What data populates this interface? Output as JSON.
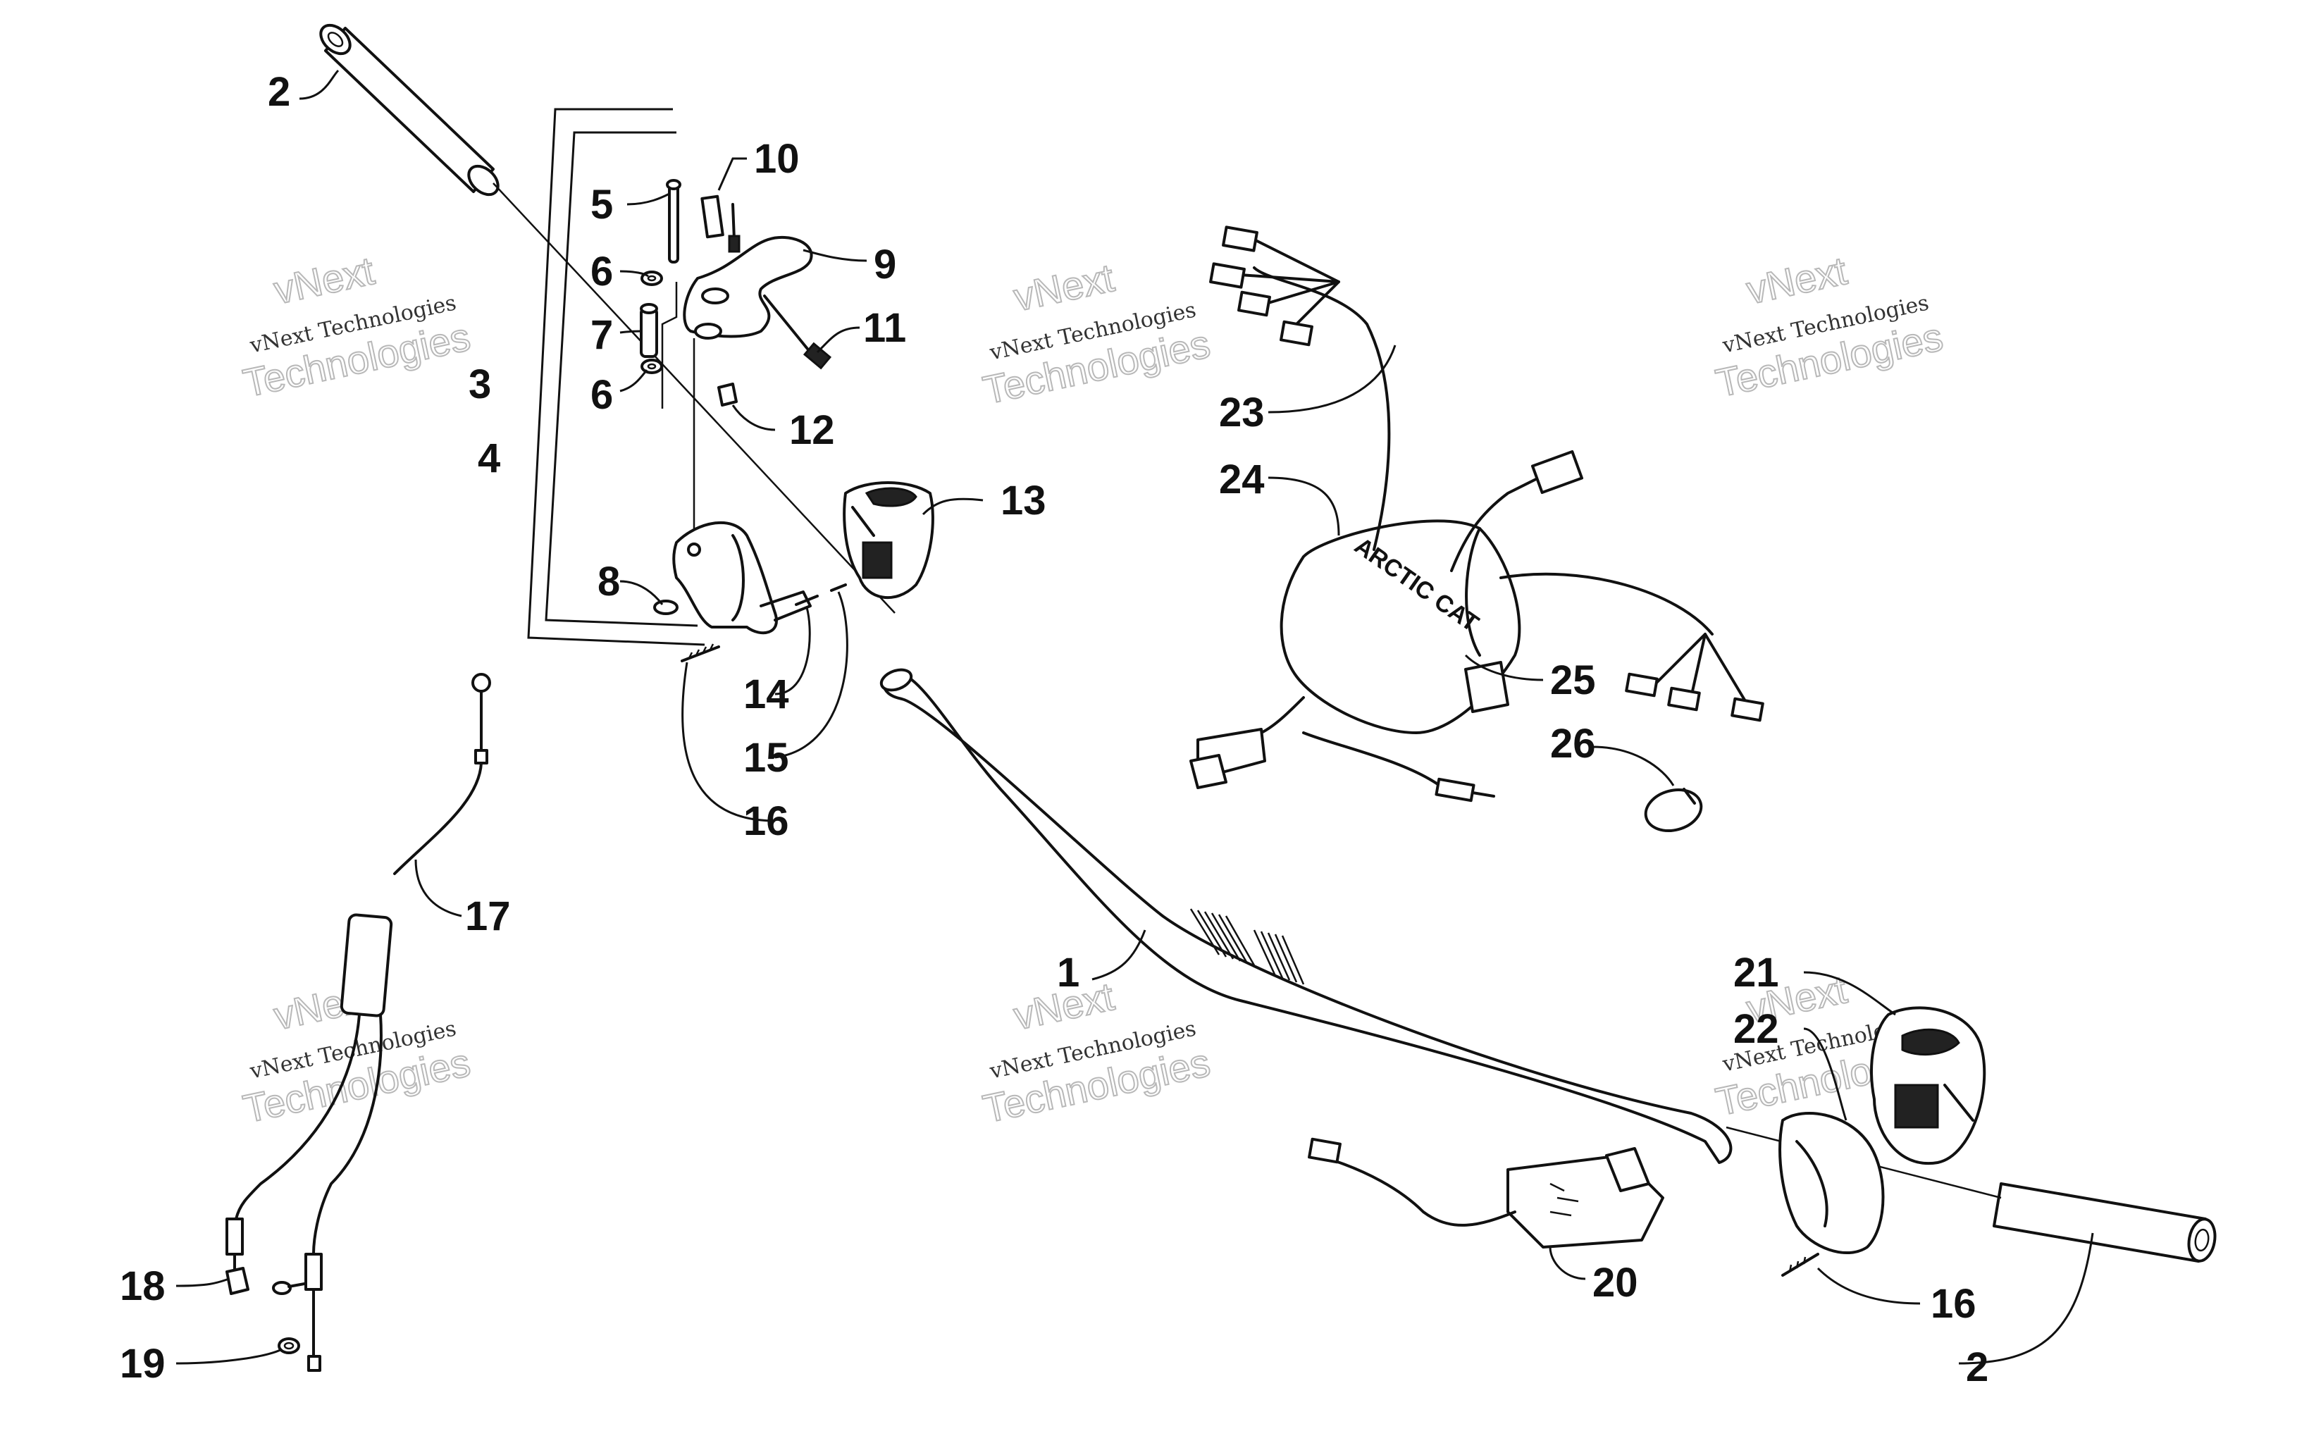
{
  "callouts": {
    "c1": "1",
    "c2a": "2",
    "c2b": "2",
    "c3": "3",
    "c4": "4",
    "c5": "5",
    "c6a": "6",
    "c6b": "6",
    "c7": "7",
    "c8": "8",
    "c9": "9",
    "c10": "10",
    "c11": "11",
    "c12": "12",
    "c13": "13",
    "c14": "14",
    "c15": "15",
    "c16a": "16",
    "c16b": "16",
    "c17": "17",
    "c18": "18",
    "c19": "19",
    "c20": "20",
    "c21": "21",
    "c22": "22",
    "c23": "23",
    "c24": "24",
    "c25": "25",
    "c26": "26"
  },
  "watermark": {
    "line": "vNext Technologies",
    "big_top": "vNext",
    "big_bottom": "Technologies"
  },
  "decal_text": "ARCTIC CAT"
}
